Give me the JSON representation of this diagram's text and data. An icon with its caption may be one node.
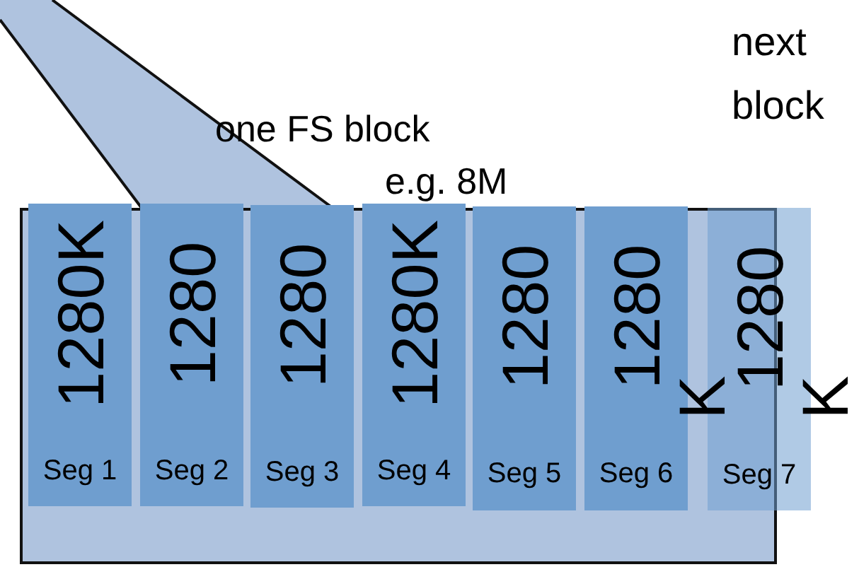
{
  "diagram": {
    "nodes": [
      {
        "text": [
          "one FS block",
          "e.g. 8M"
        ]
      },
      {
        "text": [
          "1280K",
          "Seg 1"
        ],
        "in": 0
      },
      {
        "text": [
          "1280",
          "Seg 2"
        ],
        "in": 0
      },
      {
        "text": [
          "1280",
          "Seg 3"
        ],
        "in": 0
      },
      {
        "text": [
          "1280K",
          "Seg 4"
        ],
        "in": 0
      },
      {
        "text": [
          "1280",
          "Seg 5"
        ],
        "in": 0
      },
      {
        "text": [
          "1280",
          "Seg 6"
        ],
        "in": 0,
        "beside": [
          "K"
        ]
      },
      {
        "text": [
          "1280",
          "Seg 7"
        ],
        "beside": [
          "K"
        ]
      }
    ],
    "labels": [
      "next block"
    ]
  }
}
